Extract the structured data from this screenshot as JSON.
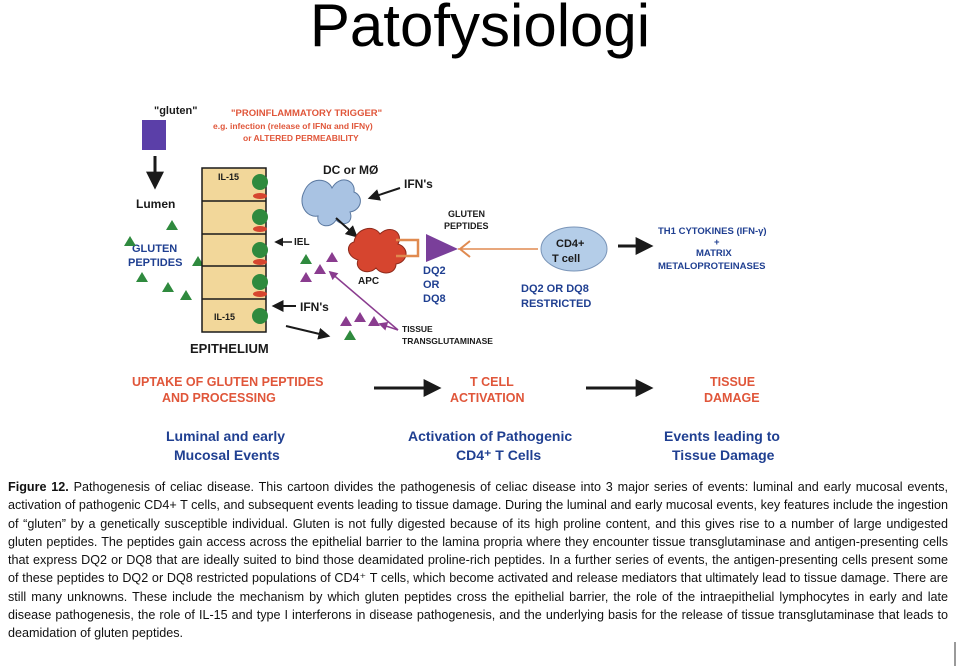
{
  "slide": {
    "title": "Patofysiologi"
  },
  "colors": {
    "red_label": "#e0563a",
    "blue_label": "#1f3f91",
    "dark": "#1a1a1a",
    "epithelium_fill": "#f2d79a",
    "green": "#2f8a3e",
    "gluten_block": "#5b3fa8",
    "apc_red": "#d6452f",
    "dc_blue": "#a9c3e3",
    "tcell_blue": "#b4cde8",
    "tg_purple": "#8a3c8f"
  },
  "icons": [
    "gluten-block-icon",
    "dendritic-cell-icon",
    "apc-cell-icon",
    "peptide-triangle-icon",
    "cd4-t-cell-icon",
    "mhc-receptor-icon"
  ],
  "diagram": {
    "gluten": "\"gluten\"",
    "trigger_line1": "\"PROINFLAMMATORY TRIGGER\"",
    "trigger_line2": "e.g. infection (release of IFNα and IFNγ)",
    "trigger_line3": "or ALTERED PERMEABILITY",
    "lumen": "Lumen",
    "gluten_peptides_left_1": "GLUTEN",
    "gluten_peptides_left_2": "PEPTIDES",
    "il15_top": "IL-15",
    "il15_bottom": "IL-15",
    "iel": "IEL",
    "dc": "DC or MØ",
    "ifns_top": "IFN's",
    "ifns_mid": "IFN's",
    "apc": "APC",
    "gluten_peptides_mid_1": "GLUTEN",
    "gluten_peptides_mid_2": "PEPTIDES",
    "dq_1": "DQ2",
    "dq_2": "OR",
    "dq_3": "DQ8",
    "tcell_1": "CD4+",
    "tcell_2": "T cell",
    "restricted_1": "DQ2 OR DQ8",
    "restricted_2": "RESTRICTED",
    "th1_1": "TH1 CYTOKINES (IFN-γ)",
    "th1_plus": "+",
    "th1_2": "MATRIX",
    "th1_3": "METALOPROTEINASES",
    "tissue_tg_1": "TISSUE",
    "tissue_tg_2": "TRANSGLUTAMINASE",
    "epithelium": "EPITHELIUM",
    "stage1_1": "UPTAKE OF GLUTEN PEPTIDES",
    "stage1_2": "AND PROCESSING",
    "stage2_1": "T CELL",
    "stage2_2": "ACTIVATION",
    "stage3_1": "TISSUE",
    "stage3_2": "DAMAGE",
    "event1_1": "Luminal and early",
    "event1_2": "Mucosal Events",
    "event2_1": "Activation of Pathogenic",
    "event2_2": "CD4⁺ T Cells",
    "event3_1": "Events leading to",
    "event3_2": "Tissue Damage"
  },
  "caption": {
    "label": "Figure 12.",
    "text": "Pathogenesis of celiac disease. This cartoon divides the pathogenesis of celiac disease into 3 major series of events: luminal and early mucosal events, activation of pathogenic CD4+ T cells, and subsequent events leading to tissue damage. During the luminal and early mucosal events, key features include the ingestion of “gluten” by a genetically susceptible individual. Gluten is not fully digested because of its high proline content, and this gives rise to a number of large undigested gluten peptides. The peptides gain access across the epithelial barrier to the lamina propria where they encounter tissue transglutaminase and antigen-presenting cells that express DQ2 or DQ8 that are ideally suited to bind those deamidated proline-rich peptides. In a further series of events, the antigen-presenting cells present some of these peptides to DQ2 or DQ8 restricted populations of CD4⁺ T cells, which become activated and release mediators that ultimately lead to tissue damage. There are still many unknowns. These include the mechanism by which gluten peptides cross the epithelial barrier, the role of the intraepithelial lymphocytes in early and late disease pathogenesis, the role of IL-15 and type I interferons in disease pathogenesis, and the underlying basis for the release of tissue transglutaminase that leads to deamidation of gluten peptides."
  }
}
